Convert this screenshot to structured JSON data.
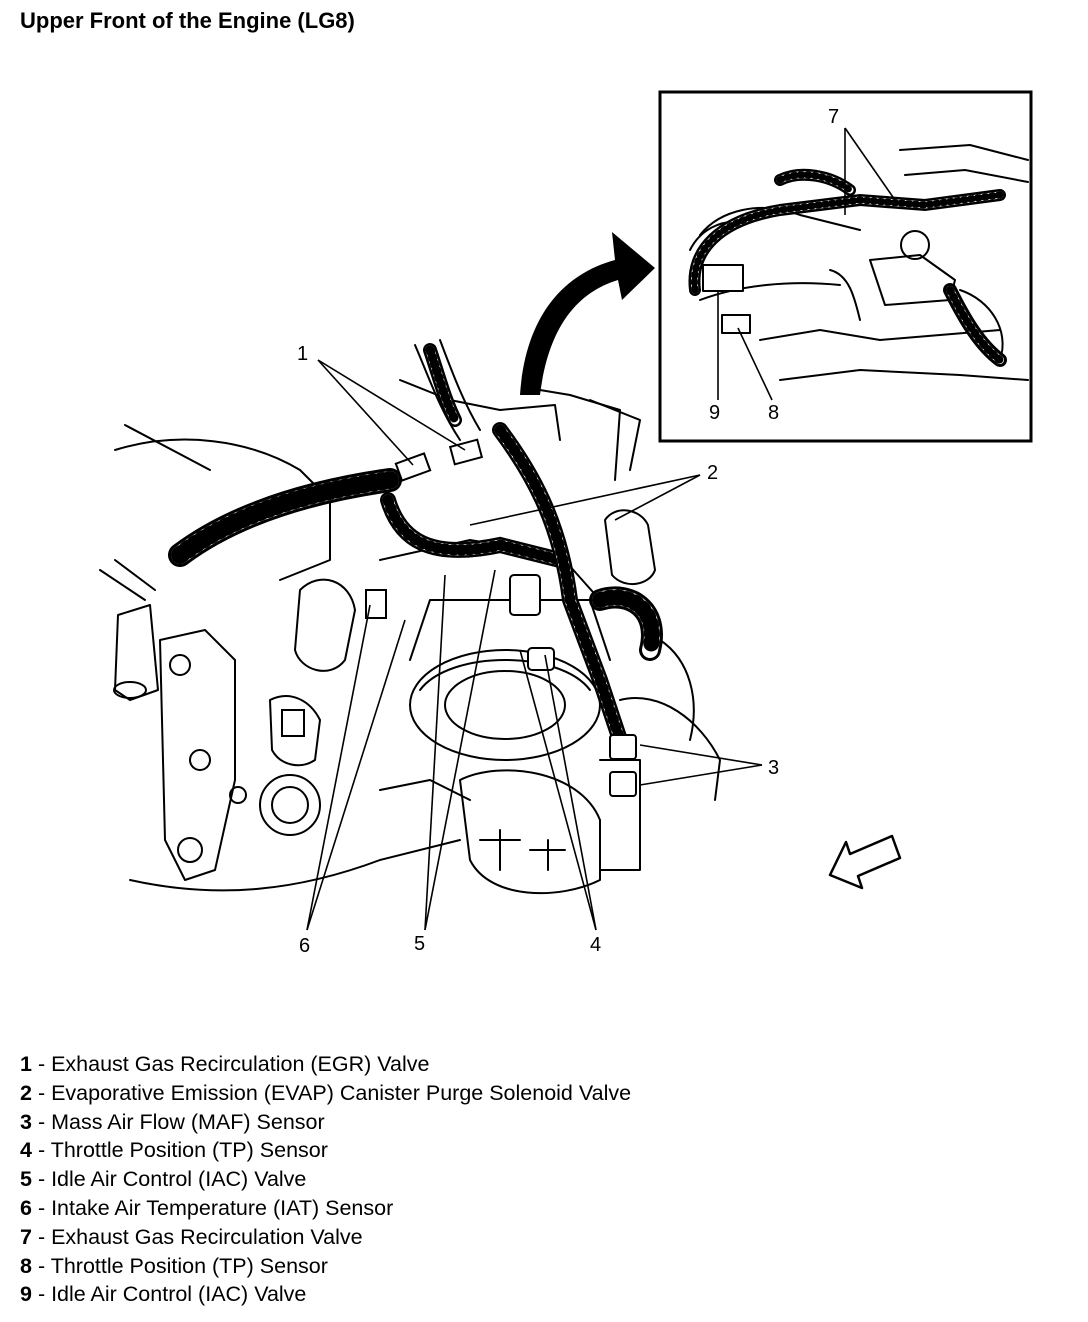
{
  "title": "Upper Front of the Engine (LG8)",
  "callouts": [
    "1",
    "2",
    "3",
    "4",
    "5",
    "6",
    "7",
    "8",
    "9"
  ],
  "legend": [
    {
      "num": "1",
      "sep": " - ",
      "text": "Exhaust Gas Recirculation (EGR) Valve"
    },
    {
      "num": "2",
      "sep": " - ",
      "text": "Evaporative Emission (EVAP) Canister Purge Solenoid Valve"
    },
    {
      "num": "3",
      "sep": " - ",
      "text": "Mass Air Flow (MAF) Sensor"
    },
    {
      "num": "4",
      "sep": " - ",
      "text": "Throttle Position (TP) Sensor"
    },
    {
      "num": "5",
      "sep": " - ",
      "text": "Idle Air Control (IAC) Valve"
    },
    {
      "num": "6",
      "sep": " - ",
      "text": "Intake Air Temperature (IAT) Sensor"
    },
    {
      "num": "7",
      "sep": " - ",
      "text": "Exhaust Gas Recirculation Valve"
    },
    {
      "num": "8",
      "sep": " - ",
      "text": "Throttle Position (TP) Sensor"
    },
    {
      "num": "9",
      "sep": " - ",
      "text": "Idle Air Control (IAC) Valve"
    }
  ]
}
